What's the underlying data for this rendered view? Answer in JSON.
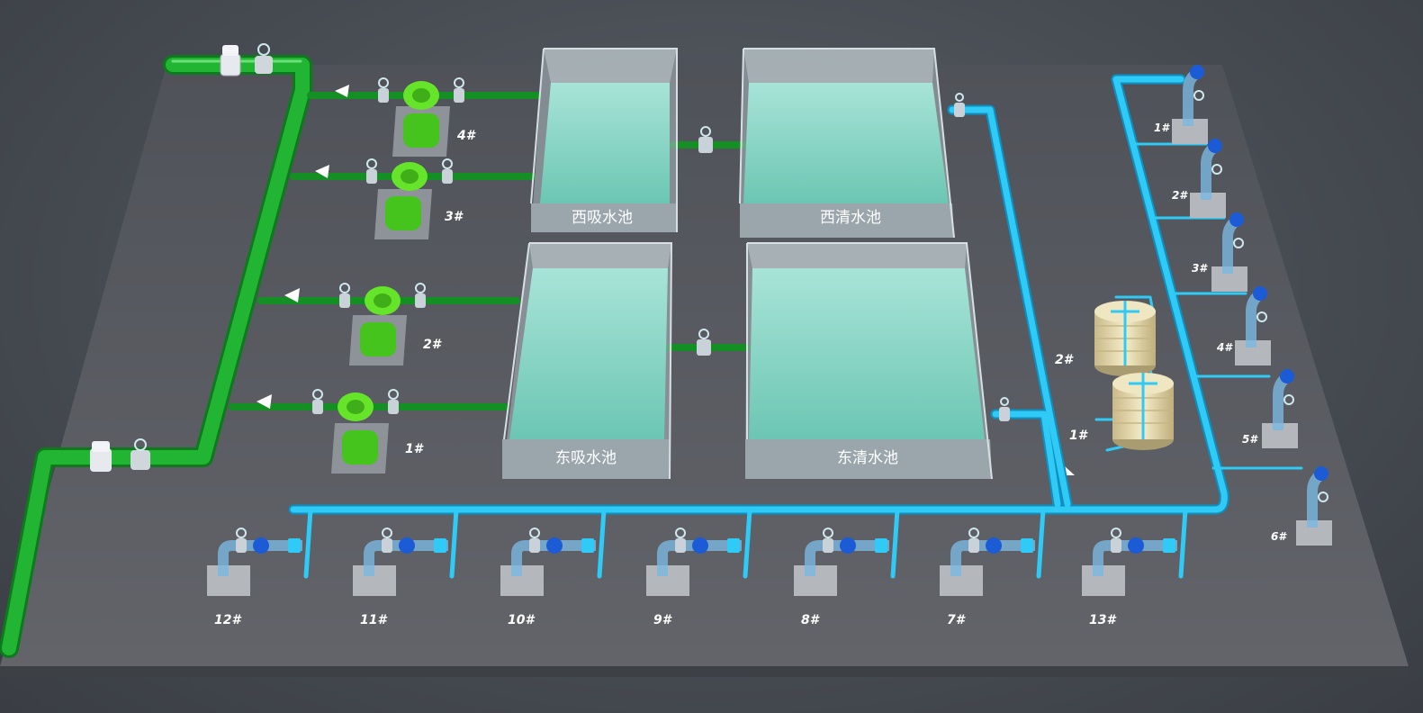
{
  "pools": {
    "west_suction": "西吸水池",
    "west_clear": "西清水池",
    "east_suction": "东吸水池",
    "east_clear": "东清水池"
  },
  "green_pumps": [
    "1#",
    "2#",
    "3#",
    "4#"
  ],
  "bottom_pumps": [
    "12#",
    "11#",
    "10#",
    "9#",
    "8#",
    "7#",
    "13#"
  ],
  "right_pumps": [
    "1#",
    "2#",
    "3#",
    "4#",
    "5#",
    "6#"
  ],
  "tanks": [
    "1#",
    "2#"
  ],
  "colors": {
    "green_pipe": "#1aa82a",
    "blue_pipe": "#22c3f0",
    "water": "#7fd0c0",
    "floor": "#5e6066",
    "pump_green": "#55dd22",
    "valve_blue": "#1c5bd6"
  },
  "icons": [
    "flow-arrow-icon",
    "valve-icon",
    "pump-icon",
    "tank-icon"
  ]
}
